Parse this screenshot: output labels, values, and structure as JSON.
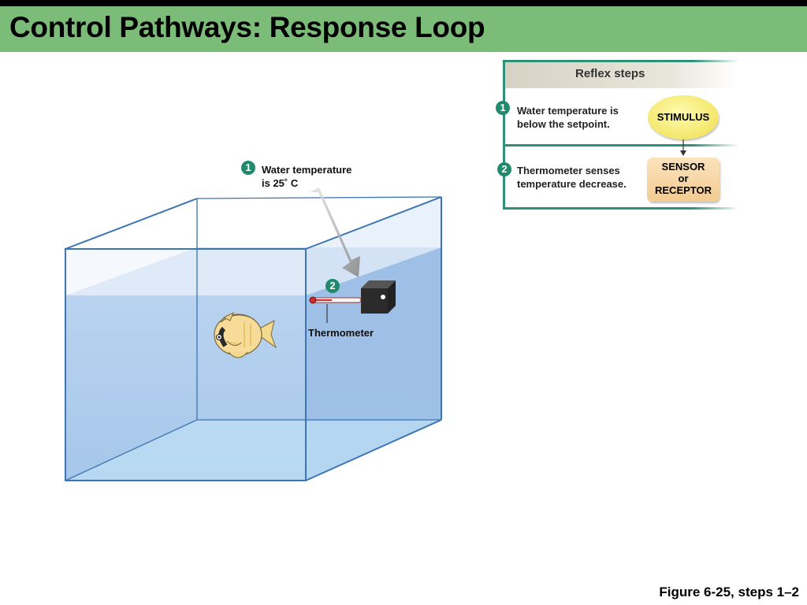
{
  "title": "Control Pathways: Response Loop",
  "caption": "Figure 6-25, steps 1–2",
  "diagram": {
    "step1_badge": "1",
    "step1_label": "Water temperature\nis 25˚ C",
    "step2_badge": "2",
    "thermometer_label": "Thermometer"
  },
  "reflex_panel": {
    "header": "Reflex steps",
    "steps": [
      {
        "badge": "1",
        "text": "Water temperature is\nbelow the setpoint.",
        "box": "STIMULUS"
      },
      {
        "badge": "2",
        "text": "Thermometer senses\ntemperature decrease.",
        "box": "SENSOR\nor\nRECEPTOR"
      }
    ]
  },
  "colors": {
    "title_bar": "#7bbd78",
    "badge": "#1f8a6c",
    "panel_rule": "#2f8f78",
    "stimulus_fill": "#f3e66a",
    "sensor_fill": "#f7d6a4",
    "water": "#a9c8ea",
    "tank_edge": "#3d74b3"
  }
}
